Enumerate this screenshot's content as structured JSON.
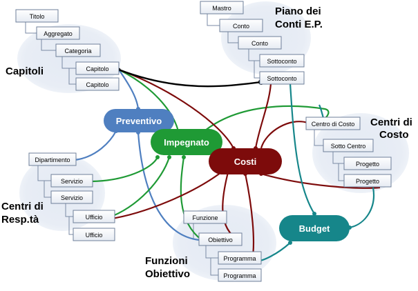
{
  "groups": {
    "capitoli": {
      "title": "Capitoli",
      "boxes": [
        "Titolo",
        "Aggregato",
        "Categoria",
        "Capitolo",
        "Capitolo"
      ]
    },
    "piano_conti": {
      "title_line1": "Piano dei",
      "title_line2": "Conti E.P.",
      "boxes": [
        "Mastro",
        "Conto",
        "Conto",
        "Sottoconto",
        "Sottoconto"
      ]
    },
    "centri_costo": {
      "title_line1": "Centri di",
      "title_line2": "Costo",
      "boxes": [
        "Centro di Costo",
        "Sotto Centro",
        "Progetto",
        "Progetto"
      ]
    },
    "centri_resp": {
      "title_line1": "Centri di",
      "title_line2": "Resp.tà",
      "boxes": [
        "Dipartimento",
        "Servizio",
        "Servizio",
        "Ufficio",
        "Ufficio"
      ]
    },
    "funzioni": {
      "title_line1": "Funzioni",
      "title_line2": "Obiettivo",
      "boxes": [
        "Funzione",
        "Obiettivo",
        "Programma",
        "Programma"
      ]
    }
  },
  "hubs": {
    "preventivo": "Preventivo",
    "impegnato": "Impegnato",
    "costi": "Costi",
    "budget": "Budget"
  },
  "colors": {
    "preventivo": "#4f7fc0",
    "impegnato": "#1f9a35",
    "costi": "#7d0b0b",
    "budget": "#16868a",
    "black": "#000000",
    "cloud": "#e3e9f3",
    "box_border": "#6e7f99"
  }
}
